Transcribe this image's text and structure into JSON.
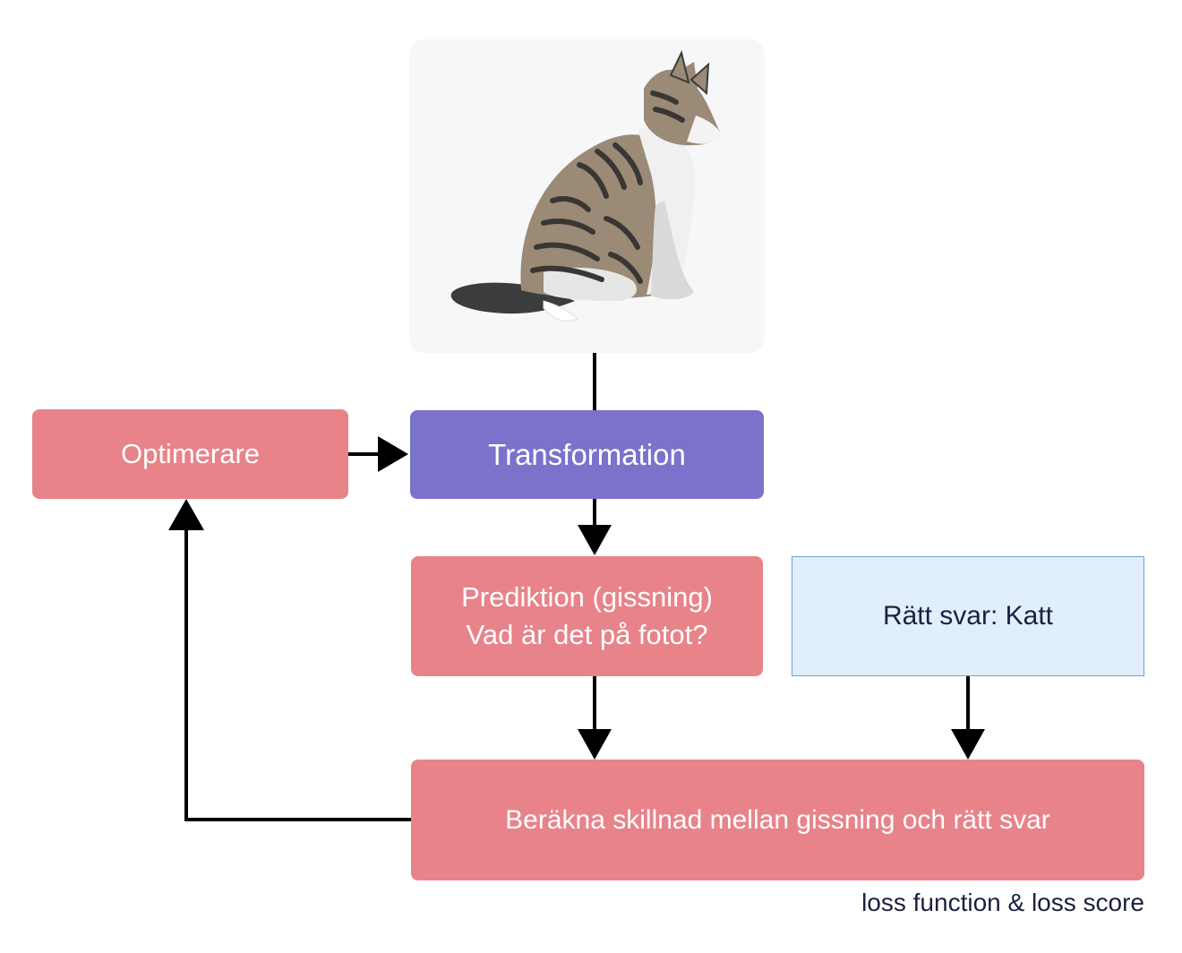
{
  "diagram": {
    "nodes": {
      "optimerare": "Optimerare",
      "transformation": "Transformation",
      "prediktion_line1": "Prediktion (gissning)",
      "prediktion_line2": "Vad är det på fotot?",
      "ratt_svar": "Rätt svar: Katt",
      "berakna": "Beräkna skillnad mellan gissning och rätt svar"
    },
    "loss_label": "loss function & loss score",
    "colors": {
      "pink": "#e8838a",
      "purple": "#7b72cc",
      "lightblue": "#e1eefc",
      "arrow": "#000000"
    }
  }
}
